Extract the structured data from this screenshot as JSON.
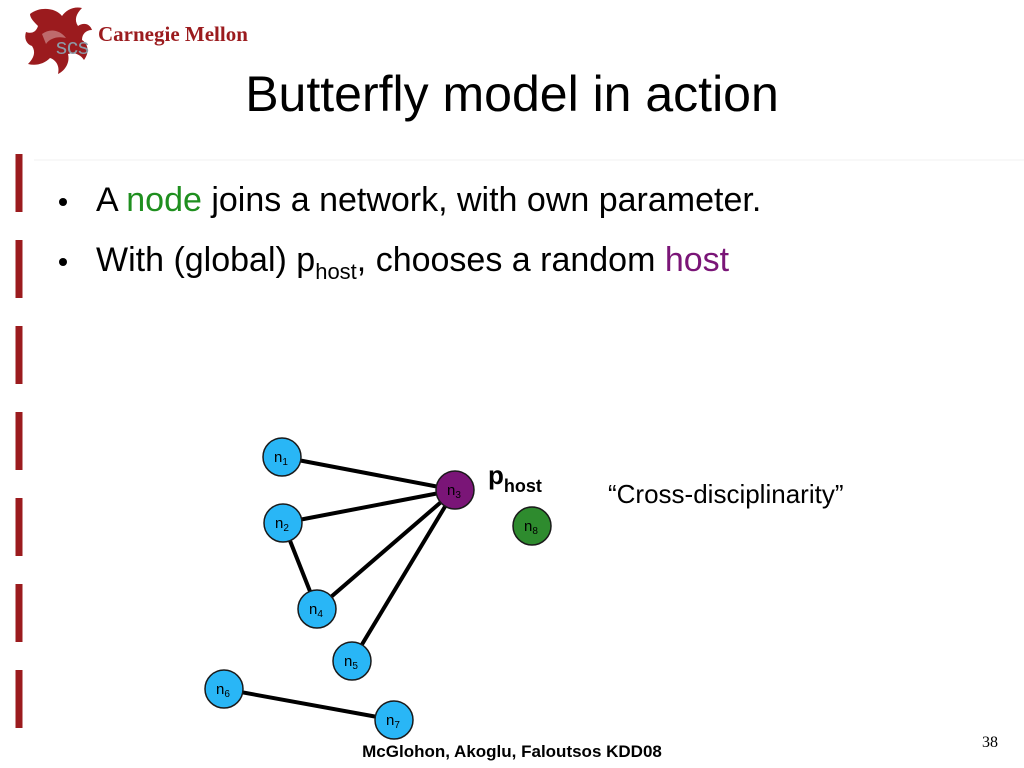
{
  "header": {
    "logo_badge": "scs",
    "institution": "Carnegie Mellon"
  },
  "slide": {
    "title": "Butterfly model in action",
    "bullets": [
      {
        "parts": [
          {
            "text": "A ",
            "style": "normal"
          },
          {
            "text": "node",
            "style": "green"
          },
          {
            "text": " joins a network, with own parameter.",
            "style": "normal"
          }
        ]
      },
      {
        "parts": [
          {
            "text": "With (global) p",
            "style": "normal"
          },
          {
            "text": "host",
            "style": "sub"
          },
          {
            "text": ", chooses a random ",
            "style": "normal"
          },
          {
            "text": "host",
            "style": "purple"
          }
        ]
      }
    ]
  },
  "diagram": {
    "p_label": "p",
    "p_sub": "host",
    "quote": "“Cross-disciplinarity”",
    "nodes": [
      {
        "id": "n1",
        "base": "n",
        "sub": "1",
        "fill": "#29b6f6",
        "text_color": "#000000"
      },
      {
        "id": "n2",
        "base": "n",
        "sub": "2",
        "fill": "#29b6f6",
        "text_color": "#000000"
      },
      {
        "id": "n3",
        "base": "n",
        "sub": "3",
        "fill": "#7a1577",
        "text_color": "#000000"
      },
      {
        "id": "n4",
        "base": "n",
        "sub": "4",
        "fill": "#29b6f6",
        "text_color": "#000000"
      },
      {
        "id": "n5",
        "base": "n",
        "sub": "5",
        "fill": "#29b6f6",
        "text_color": "#000000"
      },
      {
        "id": "n6",
        "base": "n",
        "sub": "6",
        "fill": "#29b6f6",
        "text_color": "#000000"
      },
      {
        "id": "n7",
        "base": "n",
        "sub": "7",
        "fill": "#29b6f6",
        "text_color": "#000000"
      },
      {
        "id": "n8",
        "base": "n",
        "sub": "8",
        "fill": "#2e8b2e",
        "text_color": "#000000"
      }
    ],
    "edges": [
      [
        "n1",
        "n3"
      ],
      [
        "n2",
        "n3"
      ],
      [
        "n4",
        "n3"
      ],
      [
        "n5",
        "n3"
      ],
      [
        "n2",
        "n4"
      ],
      [
        "n6",
        "n7"
      ]
    ]
  },
  "footer": {
    "authors": "McGlohon, Akoglu, Faloutsos KDD08",
    "page_number": "38"
  },
  "colors": {
    "accent_red": "#9b1b1e",
    "node_blue": "#29b6f6",
    "host_purple": "#7a1577",
    "new_node_green": "#2e8b2e"
  }
}
